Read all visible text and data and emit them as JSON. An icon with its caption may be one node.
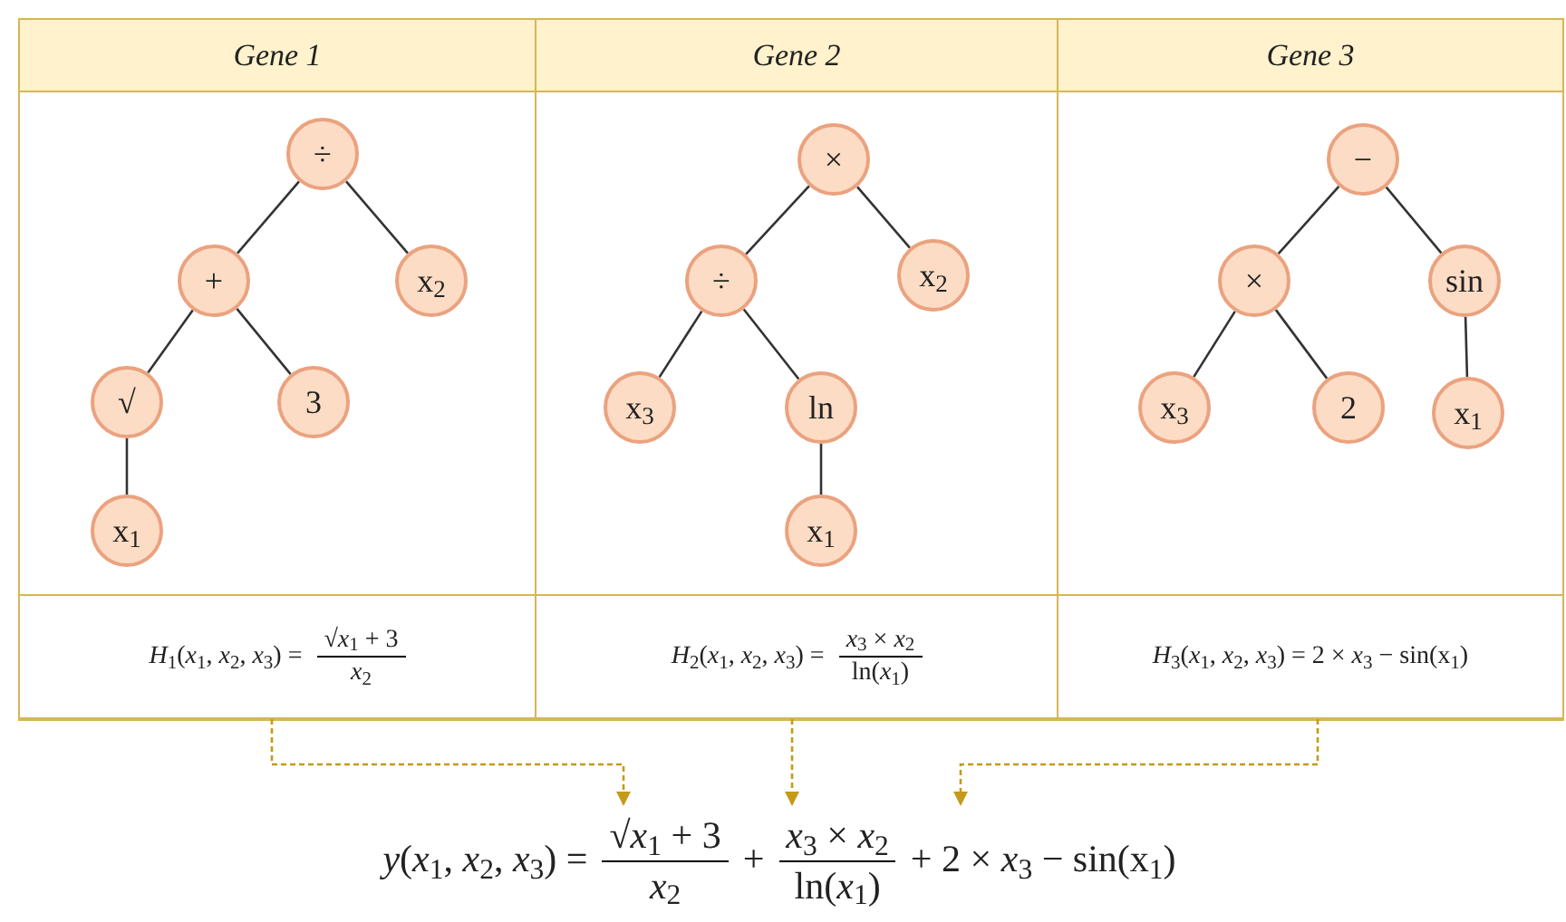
{
  "diagram": {
    "nodes": [
      {
        "text": [
          "÷"
        ]
      },
      {
        "text": [
          "+"
        ]
      },
      {
        "text": [
          "x$_{2}$"
        ]
      },
      {
        "text": [
          "√"
        ]
      },
      {
        "text": [
          "3"
        ]
      },
      {
        "text": [
          "x$_{1}$"
        ]
      },
      {
        "text": [
          "×"
        ]
      },
      {
        "text": [
          "÷"
        ]
      },
      {
        "text": [
          "x$_{2}$"
        ]
      },
      {
        "text": [
          "x$_{3}$"
        ]
      },
      {
        "text": [
          "ln"
        ]
      },
      {
        "text": [
          "x$_{1}$"
        ]
      },
      {
        "text": [
          "−"
        ]
      },
      {
        "text": [
          "×"
        ]
      },
      {
        "text": [
          "sin"
        ]
      },
      {
        "text": [
          "x$_{3}$"
        ]
      },
      {
        "text": [
          "2"
        ]
      },
      {
        "text": [
          "x$_{1}$"
        ]
      },
      {
        "text": [
          "*H*$_{1}$(*x*$_{1}$, *x*$_{2}$, *x*$_{3}$) =",
          "√*x*$_{1}$ + 3",
          "*x*$_{2}$"
        ]
      },
      {
        "text": [
          "*H*$_{2}$(*x*$_{1}$, *x*$_{2}$, *x*$_{3}$) =",
          "*x*$_{3}$ × *x*$_{2}$",
          "ln(*x*$_{1}$)"
        ]
      },
      {
        "text": [
          "*H*$_{3}$(*x*$_{1}$, *x*$_{2}$, *x*$_{3}$) = 2 × *x*$_{3}$ − sin(x$_{1}$)"
        ]
      },
      {
        "text": [
          "*y*(*x*$_{1}$, *x*$_{2}$, *x*$_{3}$) =",
          "√*x*$_{1}$ + 3",
          "*x*$_{2}$",
          "+",
          "*x*$_{3}$ × *x*$_{2}$",
          "ln(*x*$_{1}$)",
          "+ 2 × *x*$_{3}$ − sin(x$_{1}$)"
        ]
      }
    ],
    "edges": [
      {
        "from": 0,
        "to": 1,
        "arrow": "none"
      },
      {
        "from": 0,
        "to": 2,
        "arrow": "none"
      },
      {
        "from": 1,
        "to": 3,
        "arrow": "none"
      },
      {
        "from": 1,
        "to": 4,
        "arrow": "none"
      },
      {
        "from": 3,
        "to": 5,
        "arrow": "none"
      },
      {
        "from": 6,
        "to": 7,
        "arrow": "none"
      },
      {
        "from": 6,
        "to": 8,
        "arrow": "none"
      },
      {
        "from": 7,
        "to": 9,
        "arrow": "none"
      },
      {
        "from": 7,
        "to": 10,
        "arrow": "none"
      },
      {
        "from": 10,
        "to": 11,
        "arrow": "none"
      },
      {
        "from": 12,
        "to": 13,
        "arrow": "none"
      },
      {
        "from": 12,
        "to": 14,
        "arrow": "none"
      },
      {
        "from": 13,
        "to": 15,
        "arrow": "none"
      },
      {
        "from": 13,
        "to": 16,
        "arrow": "none"
      },
      {
        "from": 14,
        "to": 17,
        "arrow": "none"
      },
      {
        "from": 18,
        "to": 21,
        "arrow": "to",
        "style": "dashed",
        "color": "#c49a1a"
      },
      {
        "from": 19,
        "to": 21,
        "arrow": "to",
        "style": "dashed",
        "color": "#c49a1a"
      },
      {
        "from": 20,
        "to": 21,
        "arrow": "to",
        "style": "dashed",
        "color": "#c49a1a"
      }
    ],
    "labels": [
      "Gene 1",
      "Gene 2",
      "Gene 3"
    ]
  }
}
